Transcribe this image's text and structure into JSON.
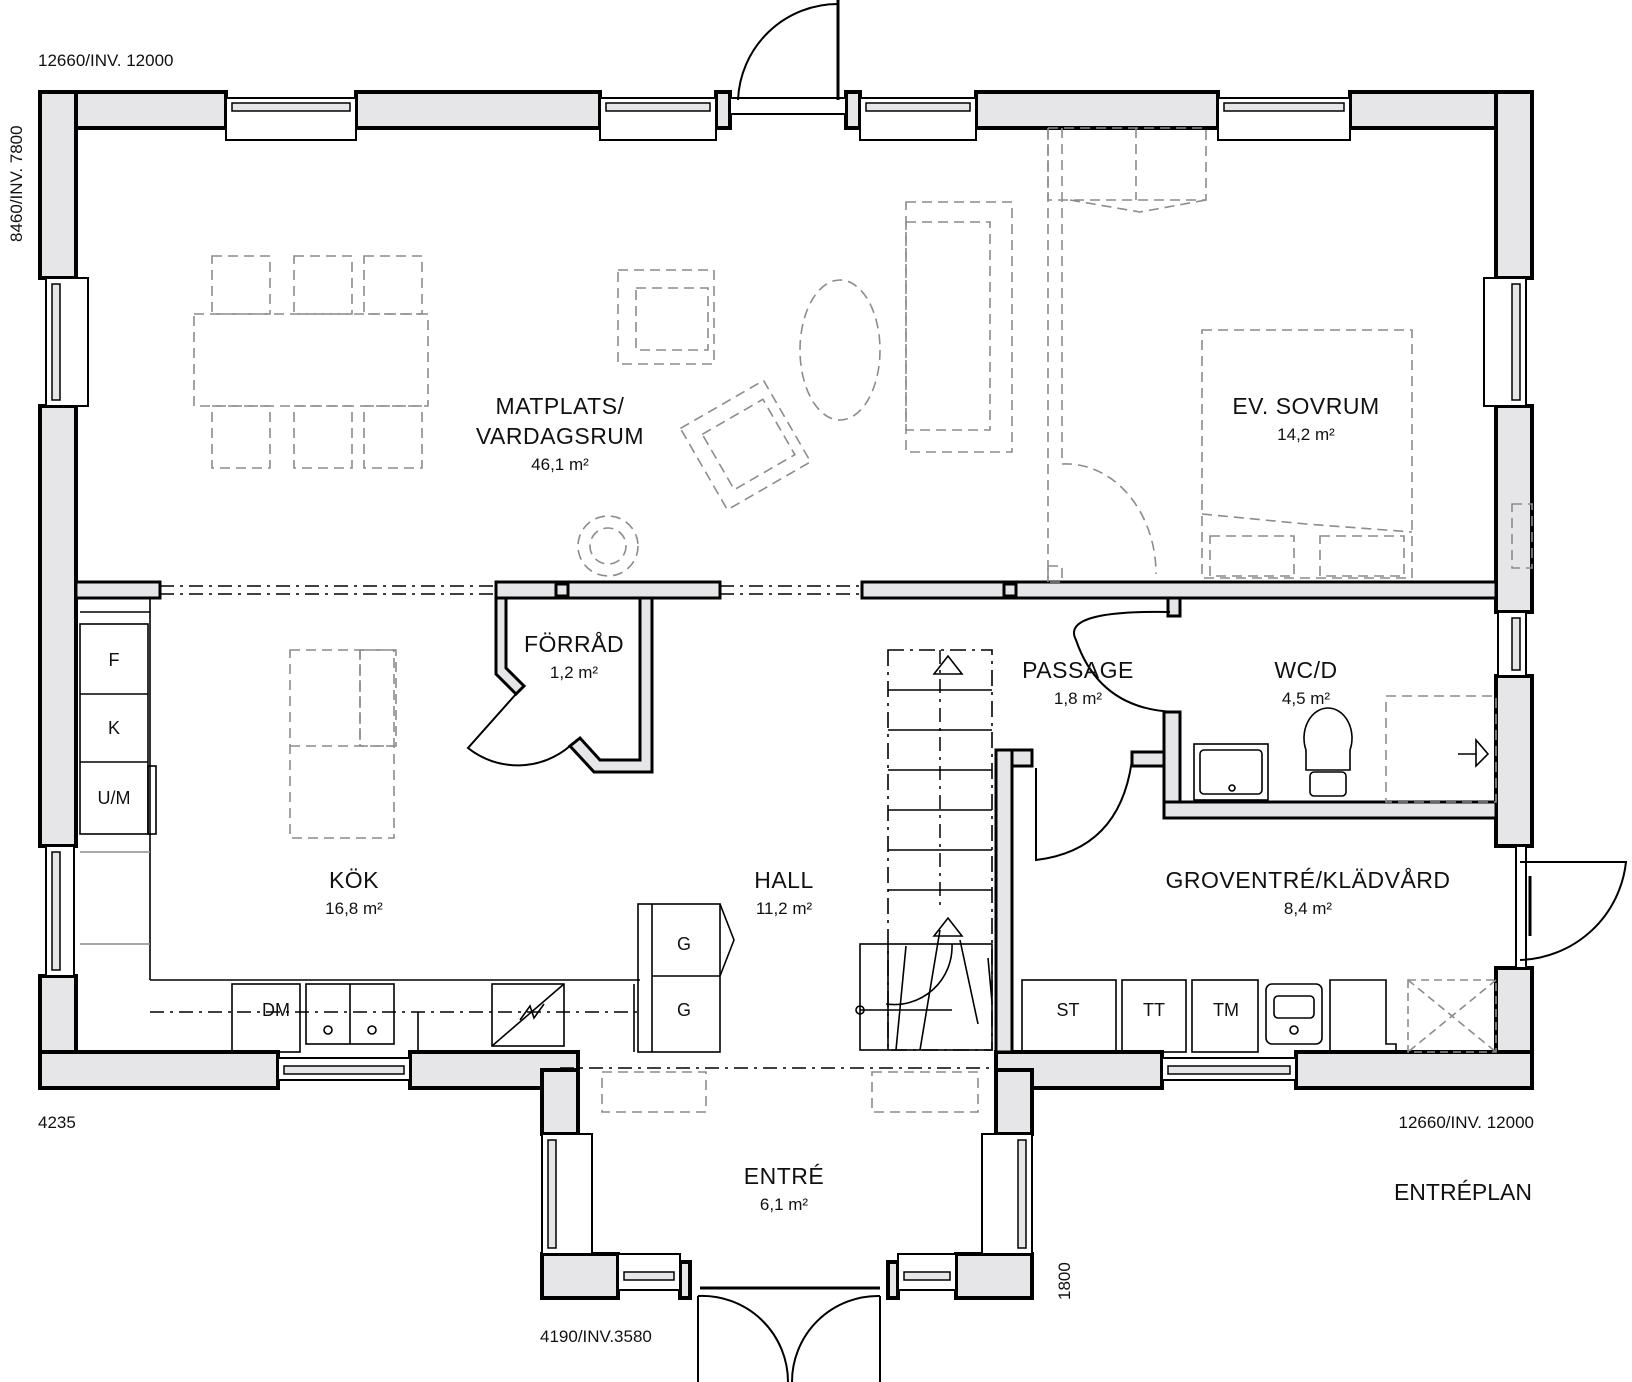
{
  "plan_title": "ENTRÉPLAN",
  "dimensions": {
    "top_left": "12660/INV. 12000",
    "left_side": "8460/INV. 7800",
    "bottom_left": "4235",
    "bottom_right": "12660/INV. 12000",
    "entry_bottom": "4190/INV.3580",
    "entry_side": "1800"
  },
  "rooms": {
    "living": {
      "name_line1": "MATPLATS/",
      "name_line2": "VARDAGSRUM",
      "area": "46,1 m²"
    },
    "bedroom": {
      "name": "EV. SOVRUM",
      "area": "14,2 m²"
    },
    "storage": {
      "name": "FÖRRÅD",
      "area": "1,2 m²"
    },
    "passage": {
      "name": "PASSAGE",
      "area": "1,8 m²"
    },
    "wc": {
      "name": "WC/D",
      "area": "4,5 m²"
    },
    "kitchen": {
      "name": "KÖK",
      "area": "16,8 m²"
    },
    "hall": {
      "name": "HALL",
      "area": "11,2 m²"
    },
    "mudroom": {
      "name": "GROVENTRÉ/KLÄDVÅRD",
      "area": "8,4 m²"
    },
    "entry": {
      "name": "ENTRÉ",
      "area": "6,1 m²"
    }
  },
  "fixtures": {
    "fridge": "F",
    "freezer": "K",
    "oven_micro": "U/M",
    "dishwasher": "DM",
    "wardrobe_1": "G",
    "wardrobe_2": "G",
    "drying_cabinet": "ST",
    "dryer": "TT",
    "washer": "TM"
  }
}
